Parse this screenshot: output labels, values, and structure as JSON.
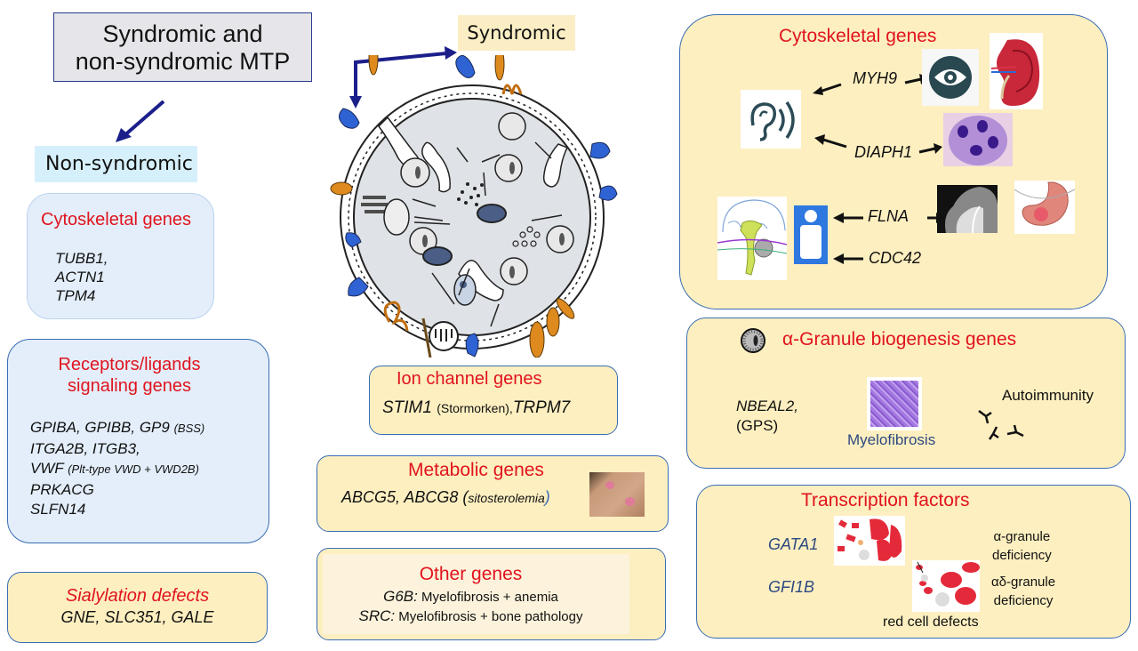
{
  "title": {
    "line1": "Syndromic and",
    "line2": "non-syndromic MTP"
  },
  "labels": {
    "non_syndromic": "Non-syndromic",
    "syndromic": "Syndromic"
  },
  "left": {
    "cytoskeletal": {
      "heading": "Cytoskeletal genes",
      "genes": [
        "TUBB1,",
        "ACTN1",
        "TPM4"
      ]
    },
    "receptors": {
      "heading_line1": "Receptors/ligands",
      "heading_line2": "signaling genes",
      "rows": [
        {
          "genes": "GPIBA, GPIBB, GP9",
          "note": "(BSS)"
        },
        {
          "genes": "ITGA2B, ITGB3,",
          "note": ""
        },
        {
          "genes": "VWF",
          "note": "(Plt-type VWD + VWD2B)"
        },
        {
          "genes": "PRKACG",
          "note": ""
        },
        {
          "genes": "SLFN14",
          "note": ""
        }
      ]
    },
    "sialylation": {
      "heading": "Sialylation defects",
      "genes": "GNE, SLC351, GALE"
    }
  },
  "center": {
    "ion_channel": {
      "heading": "Ion channel genes",
      "gene1": "STIM1",
      "note": "(Stormorken),",
      "gene2": "TRPM7"
    },
    "metabolic": {
      "heading": "Metabolic genes",
      "genes": "ABCG5, ABCG8",
      "note_open": "(",
      "note": "sitosterolemia",
      "note_close": ")"
    },
    "other": {
      "heading": "Other genes",
      "rows": [
        {
          "gene": "G6B:",
          "text": "Myelofibrosis + anemia"
        },
        {
          "gene": "SRC:",
          "text": "Myelofibrosis + bone pathology"
        }
      ]
    }
  },
  "right": {
    "cytoskeletal": {
      "heading": "Cytoskeletal genes",
      "genes": [
        "MYH9",
        "DIAPH1",
        "FLNA",
        "CDC42"
      ]
    },
    "alpha_granule": {
      "heading": "α-Granule biogenesis genes",
      "gene": "NBEAL2,",
      "note": "(GPS)",
      "myelofibrosis": "Myelofibrosis",
      "autoimmunity": "Autoimmunity"
    },
    "transcription": {
      "heading": "Transcription factors",
      "genes": [
        "GATA1",
        "GFI1B"
      ],
      "def1_line1": "α-granule",
      "def1_line2": "deficiency",
      "def2_line1": "αδ-granule",
      "def2_line2": "deficiency",
      "red_cell": "red cell defects"
    }
  },
  "colors": {
    "heading_red": "#e0141e",
    "arrow_navy": "#1b1f8a",
    "box_yellow": "#fdefc0",
    "box_blue": "#e3eefa",
    "border_blue": "#3a6db3"
  }
}
